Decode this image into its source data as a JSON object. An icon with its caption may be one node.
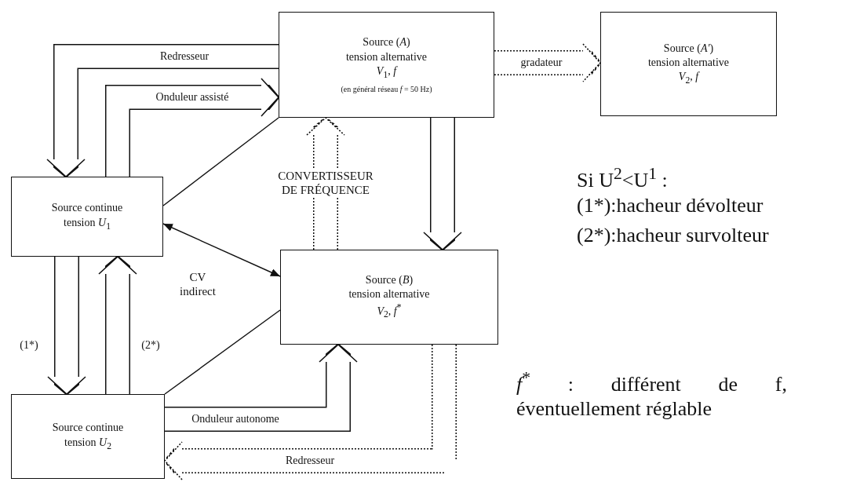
{
  "diagram": {
    "nodes": [
      {
        "text": [
          "Source (*A*)",
          "tension alternative",
          "*V*$_{1}$, *f*",
          "(en général réseau *f* = 50 Hz)"
        ]
      },
      {
        "text": [
          "Source (*A'*)",
          "tension alternative",
          "*V*$_{2}$, *f*"
        ]
      },
      {
        "text": [
          "Source continue",
          "tension *U*$_{1}$"
        ]
      },
      {
        "text": [
          "Source (*B*)",
          "tension alternative",
          "*V*$_{2}$, *f*$^{*}$"
        ]
      },
      {
        "text": [
          "Source continue",
          "tension *U*$_{2}$"
        ]
      }
    ],
    "edges": [
      {
        "from": 0,
        "to": 2,
        "arrow": "to",
        "label": "Redresseur"
      },
      {
        "from": 2,
        "to": 0,
        "arrow": "to",
        "label": "Onduleur assisté"
      },
      {
        "from": 0,
        "to": 2,
        "arrow": "none"
      },
      {
        "from": 2,
        "to": 3,
        "arrow": "both",
        "label": "CV indirect"
      },
      {
        "from": 4,
        "to": 3,
        "arrow": "none"
      },
      {
        "from": 0,
        "to": 3,
        "arrow": "to"
      },
      {
        "from": 3,
        "to": 0,
        "arrow": "to",
        "label": "CONVERTISSEUR DE FRÉQUENCE",
        "style": "dashed"
      },
      {
        "from": 0,
        "to": 1,
        "arrow": "to",
        "label": "gradateur",
        "style": "dashed"
      },
      {
        "from": 4,
        "to": 3,
        "arrow": "to",
        "label": "Onduleur autonome"
      },
      {
        "from": 3,
        "to": 4,
        "arrow": "to",
        "label": "Redresseur",
        "style": "dashed"
      },
      {
        "from": 2,
        "to": 4,
        "arrow": "to",
        "label": "(1*)"
      },
      {
        "from": 4,
        "to": 2,
        "arrow": "to",
        "label": "(2*)"
      }
    ],
    "labels": [
      "Si U$^{2}$<U$^{1}$ :",
      "(1*):hacheur dévolteur",
      "(2*):hacheur survolteur",
      "*f*$^{*}$ : différent de f, éventuellement réglable"
    ]
  }
}
